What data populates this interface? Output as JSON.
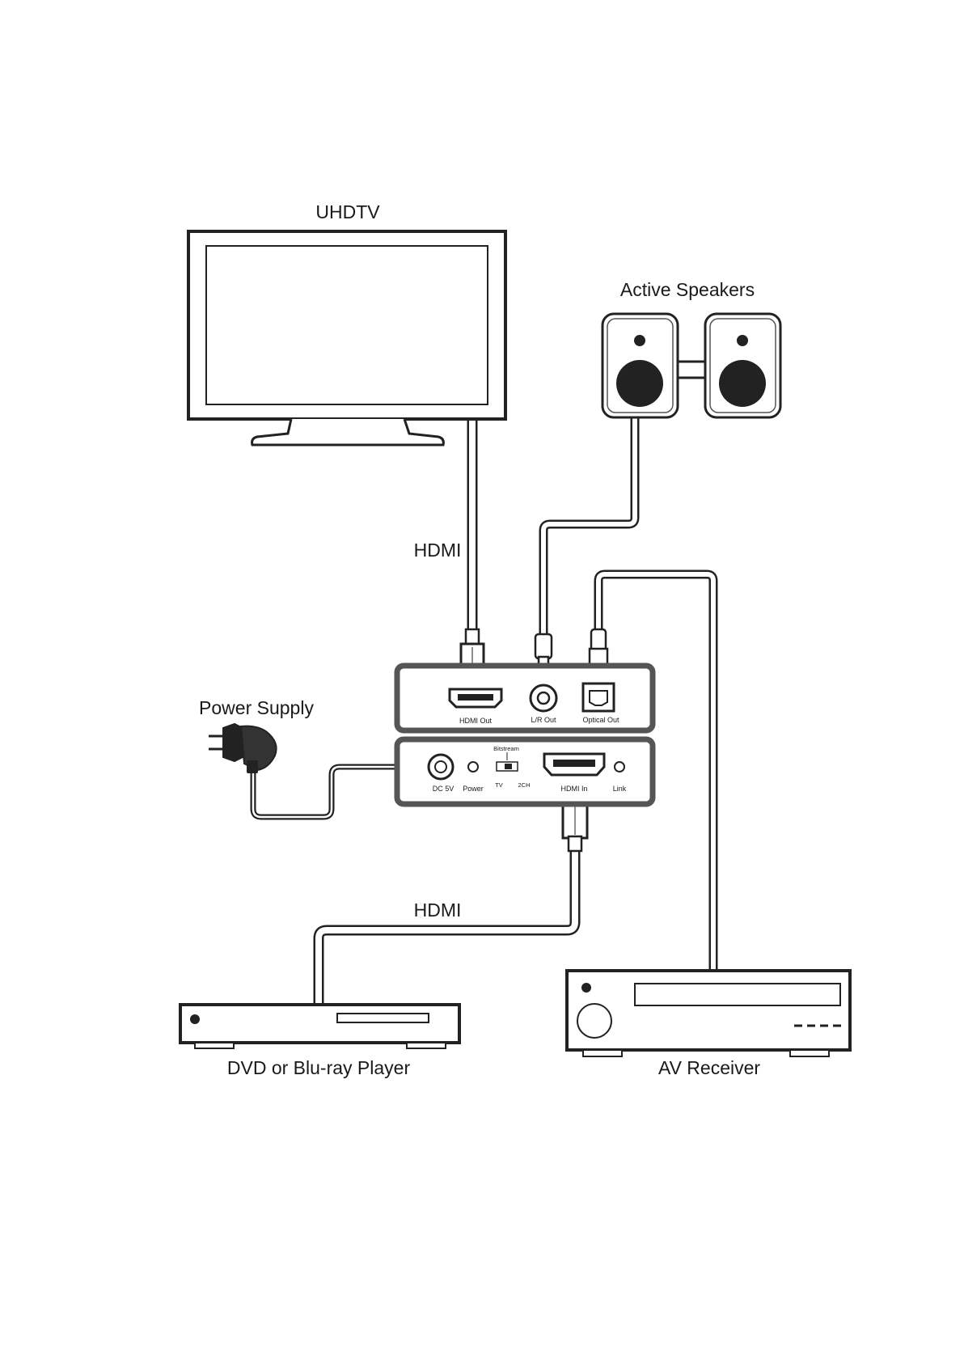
{
  "devices": {
    "tv": "UHDTV",
    "speakers": "Active Speakers",
    "power_supply": "Power Supply",
    "dvd": "DVD or Blu-ray Player",
    "receiver": "AV Receiver"
  },
  "cables": {
    "hdmi_top": "HDMI",
    "hdmi_bottom": "HDMI"
  },
  "extractor": {
    "top_panel": {
      "hdmi_out": "HDMI Out",
      "lr_out": "L/R Out",
      "optical_out": "Optical Out"
    },
    "bottom_panel": {
      "dc_5v": "DC 5V",
      "power": "Power",
      "bitstream": "Bitstream",
      "tv": "TV",
      "dch": "2CH",
      "hdmi_in": "HDMI In",
      "link": "Link"
    }
  }
}
